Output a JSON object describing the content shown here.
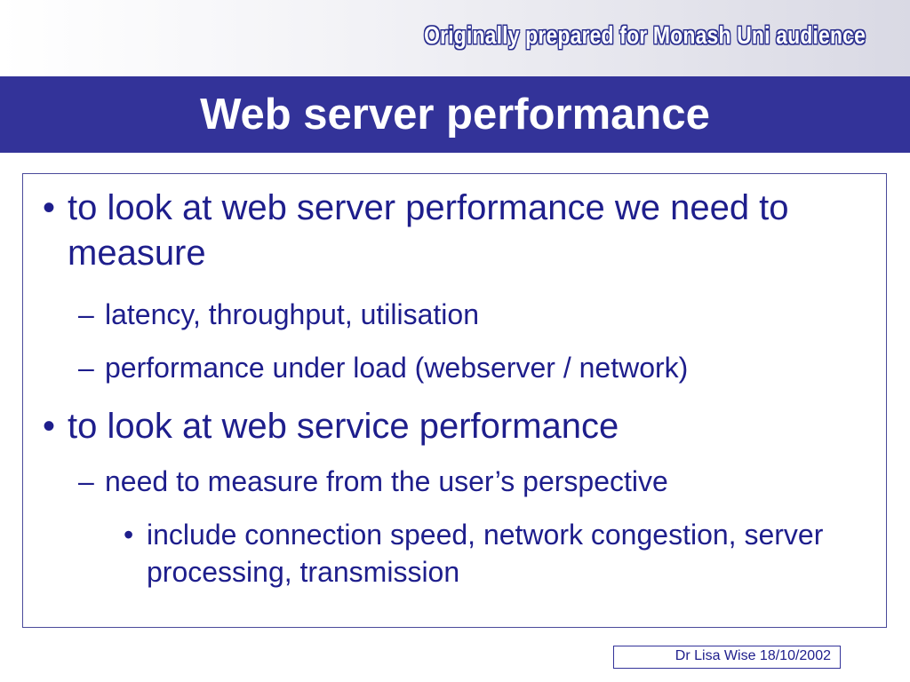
{
  "banner": "Originally prepared for Monash Uni audience",
  "title": "Web server performance",
  "bullets": [
    {
      "level": 1,
      "marker": "•",
      "text": "to look at web server performance we need to measure"
    },
    {
      "level": 2,
      "marker": "–",
      "text": "latency, throughput, utilisation"
    },
    {
      "level": 2,
      "marker": "–",
      "text": "performance under load (webserver / network)"
    },
    {
      "level": 1,
      "marker": "•",
      "text": "to look at web service performance"
    },
    {
      "level": 2,
      "marker": "–",
      "text": "need to measure from the user’s perspective"
    },
    {
      "level": 3,
      "marker": "•",
      "text": "include connection speed, network congestion, server processing, transmission"
    }
  ],
  "footer": "Dr Lisa Wise 18/10/2002",
  "colors": {
    "title_bar": "#333399",
    "text": "#1e1e8c",
    "banner_outline": "#2b2f8f"
  }
}
